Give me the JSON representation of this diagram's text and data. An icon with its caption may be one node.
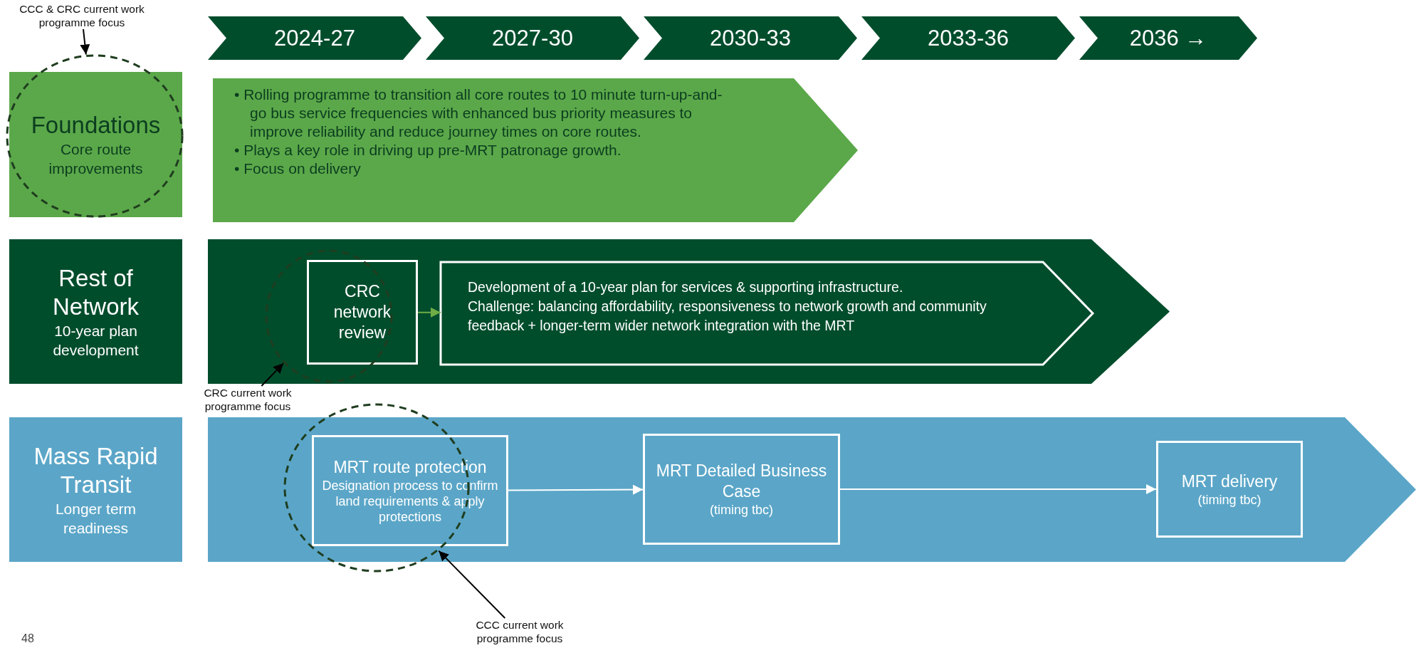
{
  "diagram": {
    "nodes": [
      {
        "text": [
          "2024-27"
        ]
      },
      {
        "text": [
          "2027-30"
        ]
      },
      {
        "text": [
          "2030-33"
        ]
      },
      {
        "text": [
          "2033-36"
        ]
      },
      {
        "text": [
          "2036 →"
        ]
      },
      {
        "text": [
          "Foundations",
          "Core route improvements"
        ]
      },
      {
        "text": [
          "• Rolling programme to transition all core routes to 10 minute turn-up-and-go bus service frequencies with enhanced bus priority measures to improve reliability and reduce journey times on core routes.",
          "• Plays a key role in driving up pre-MRT patronage growth.",
          "• Focus on delivery"
        ]
      },
      {
        "text": [
          "Rest of Network",
          "10-year plan development"
        ]
      },
      {
        "text": [],
        "shape": "arrow"
      },
      {
        "text": [
          "CRC network review"
        ],
        "in": 8
      },
      {
        "text": [
          "Development of a 10-year plan for services & supporting infrastructure.",
          "Challenge: balancing affordability, responsiveness to network growth and community feedback + longer-term wider network integration with the MRT"
        ],
        "in": 8
      },
      {
        "text": [
          "Mass Rapid Transit",
          "Longer term readiness"
        ]
      },
      {
        "text": [],
        "shape": "arrow"
      },
      {
        "text": [
          "MRT route protection",
          "Designation process to confirm land requirements & apply protections"
        ],
        "in": 12
      },
      {
        "text": [
          "MRT Detailed Business Case",
          "(timing tbc)"
        ],
        "in": 12
      },
      {
        "text": [
          "MRT delivery",
          "(timing tbc)"
        ],
        "in": 12
      },
      {
        "text": [],
        "shape": "circle"
      },
      {
        "text": [],
        "shape": "circle",
        "in": 8
      },
      {
        "text": [],
        "shape": "circle"
      },
      {
        "text": [
          "CCC & CRC current work programme focus"
        ]
      },
      {
        "text": [
          "CRC current work programme focus"
        ]
      },
      {
        "text": [
          "CCC current work programme focus"
        ]
      }
    ],
    "edges": [
      {
        "from": 9,
        "to": 10,
        "arrow": "to",
        "color": "#70ad47"
      },
      {
        "from": 13,
        "to": 14,
        "arrow": "to",
        "color": "#ffffff"
      },
      {
        "from": 14,
        "to": 15,
        "arrow": "to",
        "color": "#ffffff"
      },
      {
        "from": 19,
        "to": 16,
        "arrow": "to"
      },
      {
        "from": 20,
        "to": 17,
        "arrow": "to"
      },
      {
        "from": 21,
        "to": 18,
        "arrow": "to"
      }
    ],
    "labels": [
      "48"
    ]
  }
}
